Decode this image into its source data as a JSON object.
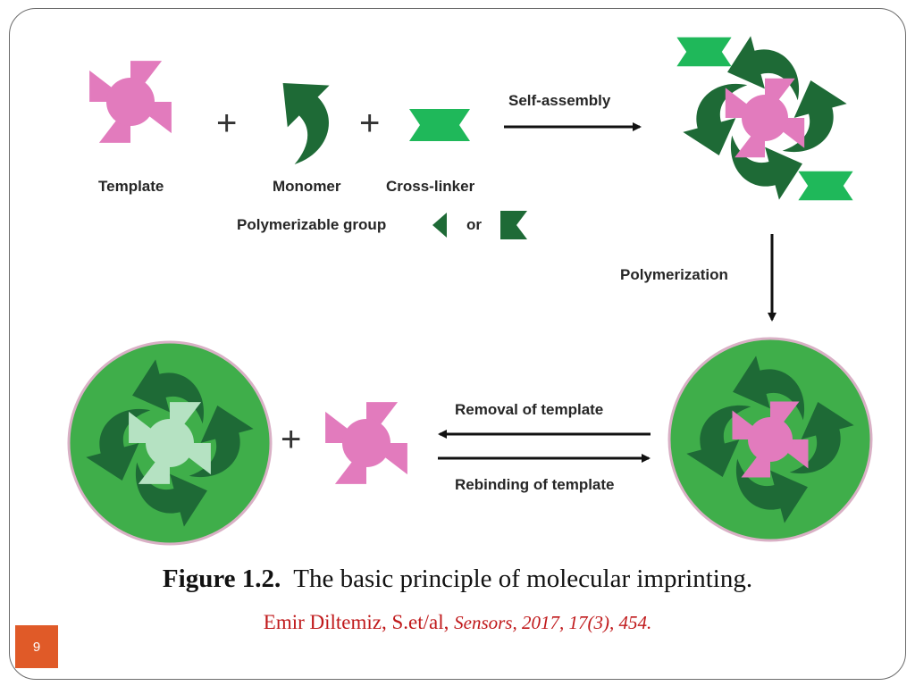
{
  "labels": {
    "template": "Template",
    "monomer": "Monomer",
    "cross_linker": "Cross-linker",
    "polymerizable_group": "Polymerizable group",
    "or": "or",
    "self_assembly": "Self-assembly",
    "polymerization": "Polymerization",
    "removal": "Removal of template",
    "rebinding": "Rebinding of template",
    "plus": "+"
  },
  "caption": {
    "figure_number": "Figure 1.2.",
    "text": "The basic principle of molecular imprinting."
  },
  "citation": {
    "authors": "Emir Diltemiz, S.et/al,",
    "source": "Sensors, 2017, 17(3), 454."
  },
  "page_number": "9",
  "colors": {
    "template_pink": "#e27bbd",
    "monomer_dark_green": "#1e6a36",
    "crosslinker_green": "#1fb85a",
    "polymer_green": "#3fae4a",
    "cavity_light": "#b5e2c2",
    "citation_red": "#c0191b",
    "page_badge": "#e05a28"
  }
}
